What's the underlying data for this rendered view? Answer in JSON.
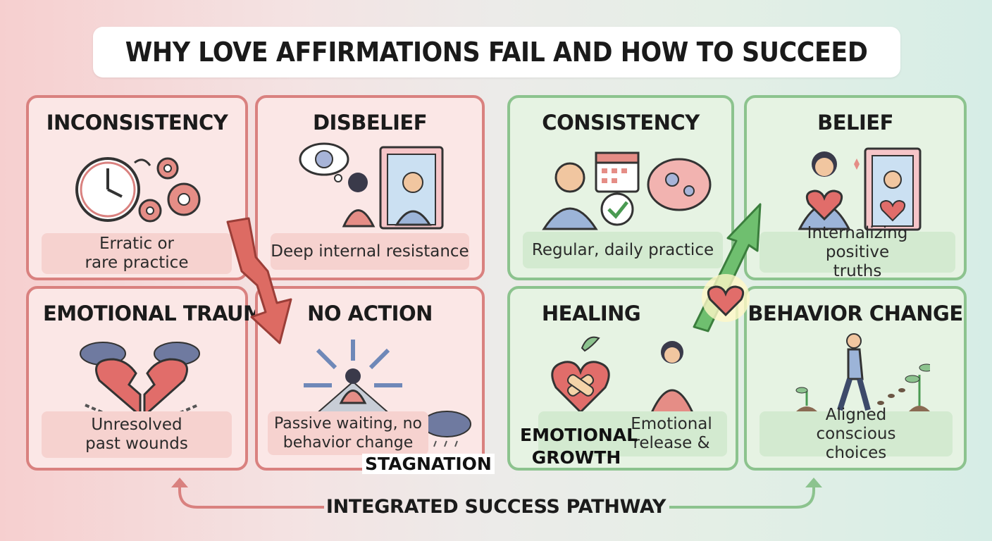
{
  "title": "WHY LOVE AFFIRMATIONS FAIL AND HOW TO SUCCEED",
  "fail_cards": [
    {
      "title": "INCONSISTENCY",
      "caption": "Erratic or rare practice",
      "icon": "clock-gears-icon"
    },
    {
      "title": "DISBELIEF",
      "caption": "Deep internal resistance",
      "icon": "mirror-doubt-icon"
    },
    {
      "title": "EMOTIONAL TRAUMA",
      "caption": "Unresolved past wounds",
      "icon": "broken-heart-storm-icon"
    },
    {
      "title": "NO ACTION",
      "caption": "Passive waiting, no behavior change",
      "extra": "STAGNATION",
      "icon": "stuck-person-icon"
    }
  ],
  "success_cards": [
    {
      "title": "CONSISTENCY",
      "caption": "Regular, daily practice",
      "icon": "calendar-brain-icon"
    },
    {
      "title": "BELIEF",
      "caption": "Internalizing positive truths",
      "icon": "mirror-heart-icon"
    },
    {
      "title": "HEALING",
      "caption": "Emotional release &",
      "extra": "EMOTIONAL GROWTH",
      "icon": "healing-heart-icon"
    },
    {
      "title": "BEHAVIOR CHANGE",
      "caption": "Aligned conscious choices",
      "icon": "walking-growth-icon"
    }
  ],
  "pathway_label": "INTEGRATED SUCCESS PATHWAY",
  "colors": {
    "fail_border": "#d9817f",
    "fail_bg": "#fbe7e6",
    "success_border": "#8cc38e",
    "success_bg": "#e6f3e3"
  }
}
